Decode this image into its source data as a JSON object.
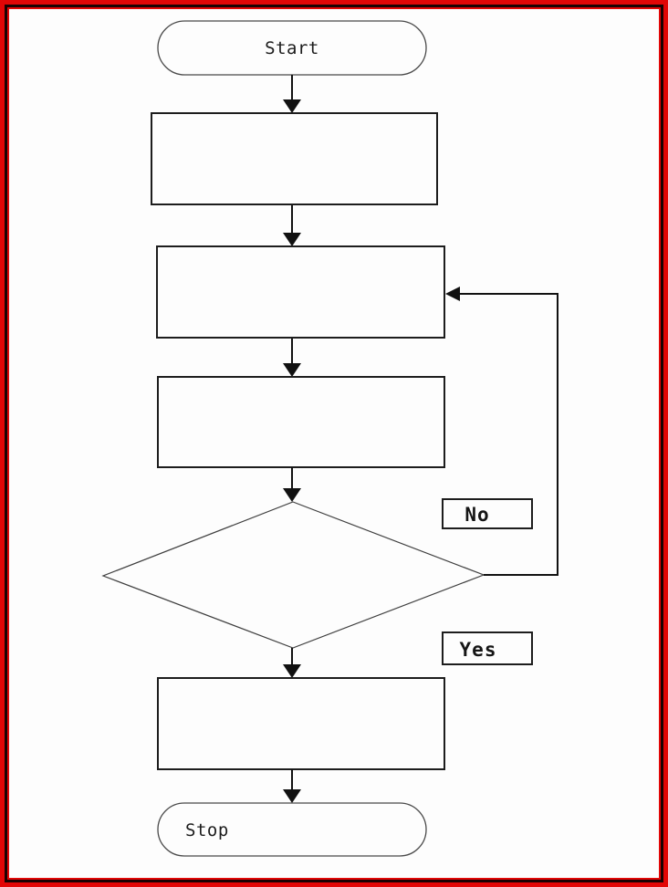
{
  "frame": {
    "outer_border_color": "#e20606",
    "inner_line_color": "#1a0202",
    "canvas_color": "#fdfdfd"
  },
  "flowchart": {
    "labels": {
      "start": "Start",
      "stop": "Stop",
      "no": "No",
      "yes": "Yes"
    },
    "nodes": [
      {
        "id": "start",
        "type": "terminator",
        "label": "Start"
      },
      {
        "id": "process-1",
        "type": "process",
        "label": ""
      },
      {
        "id": "process-2",
        "type": "process",
        "label": ""
      },
      {
        "id": "process-3",
        "type": "process",
        "label": ""
      },
      {
        "id": "decision",
        "type": "decision",
        "label": ""
      },
      {
        "id": "process-4",
        "type": "process",
        "label": ""
      },
      {
        "id": "stop",
        "type": "terminator",
        "label": "Stop"
      }
    ],
    "edges": [
      {
        "from": "start",
        "to": "process-1"
      },
      {
        "from": "process-1",
        "to": "process-2"
      },
      {
        "from": "process-2",
        "to": "process-3"
      },
      {
        "from": "process-3",
        "to": "decision"
      },
      {
        "from": "decision",
        "to": "process-2",
        "label": "No",
        "route": "right-loop-back"
      },
      {
        "from": "decision",
        "to": "process-4",
        "label": "Yes"
      },
      {
        "from": "process-4",
        "to": "stop"
      }
    ],
    "colors": {
      "process_line": "#1d1d1d",
      "terminator_line": "#4a4a4a",
      "decision_line": "#3f3f3f",
      "arrow": "#111111",
      "text": "#1c1c1c"
    }
  }
}
